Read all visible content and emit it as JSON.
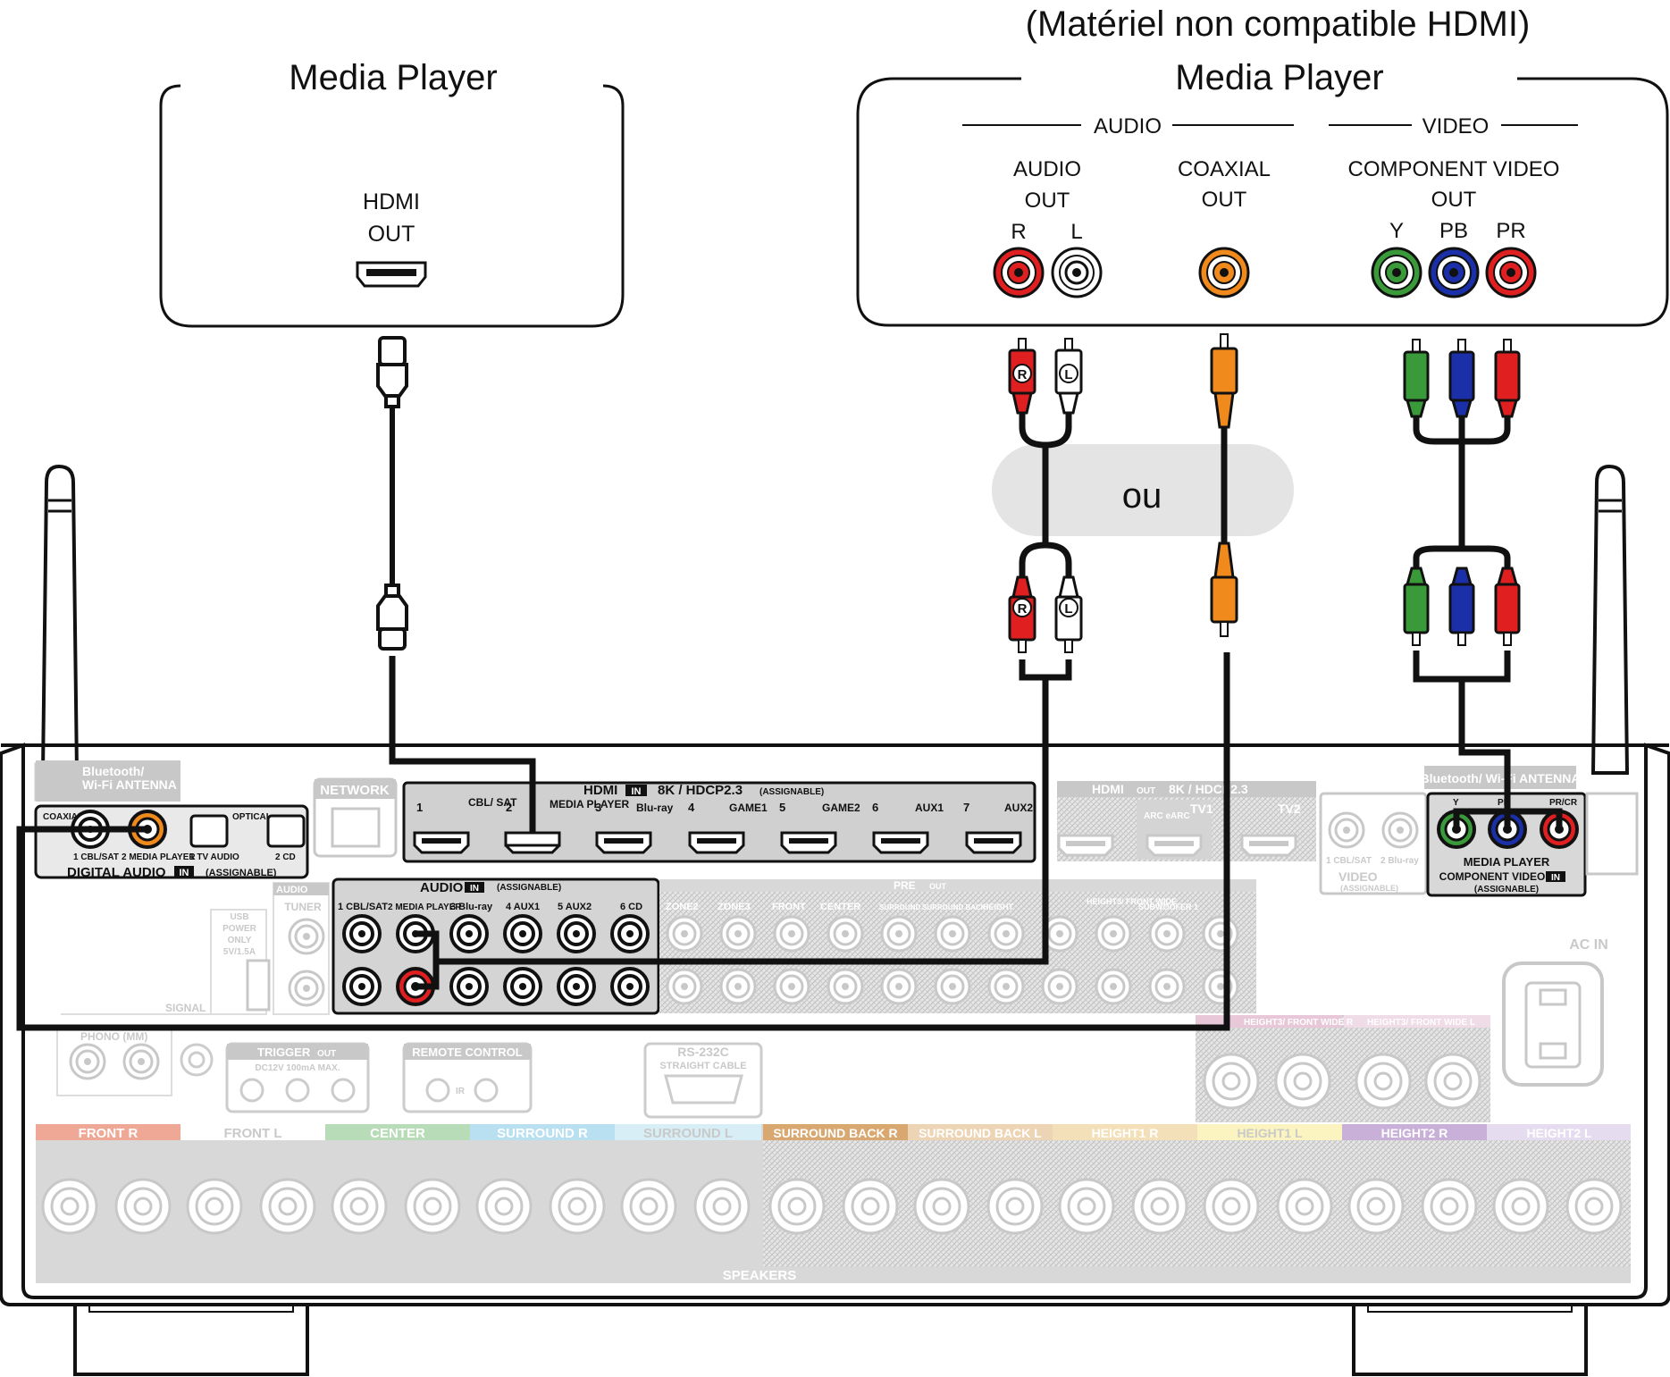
{
  "diagram": {
    "left_device": {
      "title": "Media Player",
      "port_label_1": "HDMI",
      "port_label_2": "OUT"
    },
    "right_device": {
      "note": "(Matériel non compatible HDMI)",
      "title": "Media Player",
      "audio_group": "AUDIO",
      "video_group": "VIDEO",
      "audio_out_1": "AUDIO",
      "audio_out_2": "OUT",
      "r": "R",
      "l": "L",
      "coax_1": "COAXIAL",
      "coax_2": "OUT",
      "comp_1": "COMPONENT VIDEO",
      "comp_2": "OUT",
      "y": "Y",
      "pb": "PB",
      "pr": "PR"
    },
    "or_label": "ou",
    "plug_r": "R",
    "plug_l": "L",
    "receiver": {
      "bt_antenna": "Bluetooth/ Wi-Fi ANTENNA",
      "bt_antenna_r": "Bluetooth/ Wi-Fi ANTENNA",
      "network": "NETWORK",
      "digital_audio": "DIGITAL AUDIO",
      "in": "IN",
      "assignable": "(ASSIGNABLE)",
      "coaxial": "COAXIAL",
      "optical": "OPTICAL",
      "dig_inputs": [
        "1 CBL/SAT",
        "2 MEDIA PLAYER",
        "1 TV AUDIO",
        "2 CD"
      ],
      "hdmi_in": "HDMI",
      "hdmi_spec": "8K / HDCP2.3",
      "hdmi_inputs": [
        "1",
        "CBL/ SAT",
        "2",
        "MEDIA PLAYER",
        "3",
        "Blu-ray",
        "4",
        "GAME1",
        "5",
        "GAME2",
        "6",
        "AUX1",
        "7",
        "AUX2"
      ],
      "hdmi_out": "HDMI",
      "out": "OUT",
      "tv1": "TV1",
      "tv2": "TV2",
      "arc": "ARC eARC",
      "audio_in": "AUDIO",
      "audio_inputs": [
        "1 CBL/SAT",
        "2 MEDIA PLAYER",
        "3 Blu-ray",
        "4 AUX1",
        "5 AUX2",
        "6 CD"
      ],
      "tuner": "TUNER",
      "usb": "USB POWER ONLY 5V/1.5A",
      "signal": "SIGNAL",
      "pre_out": "PRE",
      "pre_labels": [
        "ZONE2",
        "ZONE3",
        "FRONT",
        "CENTER",
        "SURROUND",
        "SURROUND BACK",
        "HEIGHT",
        "HEIGHT3/ FRONT WIDE",
        "SUBWOOFER 1"
      ],
      "video_in": "VIDEO",
      "video_inputs": [
        "1 CBL/SAT",
        "2 Blu-ray"
      ],
      "component": "COMPONENT VIDEO",
      "media_player": "MEDIA PLAYER",
      "comp_y": "Y",
      "comp_pb": "PB",
      "comp_pr": "PR/CR",
      "ac_in": "AC IN",
      "phono": "PHONO (MM)",
      "trigger": "TRIGGER",
      "trigger_spec": "DC12V 100mA MAX.",
      "remote": "REMOTE CONTROL",
      "ir": "IR",
      "rs232": "RS-232C",
      "rs232_sub": "STRAIGHT CABLE",
      "speakers": "SPEAKERS",
      "speaker_groups": [
        "FRONT R",
        "FRONT L",
        "CENTER",
        "SURROUND R",
        "SURROUND L",
        "SURROUND BACK R",
        "SURROUND BACK L",
        "HEIGHT1 R",
        "HEIGHT1 L",
        "HEIGHT2 R",
        "HEIGHT2 L"
      ],
      "fw_labels": [
        "HEIGHT3/ FRONT WIDE R",
        "HEIGHT3/ FRONT WIDE L"
      ]
    },
    "colors": {
      "red": "#e02020",
      "white": "#ffffff",
      "orange": "#f08a1c",
      "green": "#3a9a3a",
      "blue": "#1a2fa8",
      "line": "#000000",
      "faded": "#c8c8c8",
      "ou_bubble": "#e4e4e4"
    }
  }
}
